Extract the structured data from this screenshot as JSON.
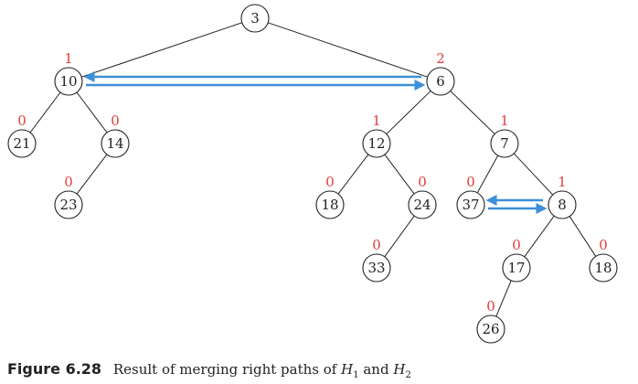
{
  "colors": {
    "npl": "#e03c3c",
    "arrow": "#3d8fd9",
    "line": "#222222"
  },
  "nodes": [
    {
      "id": "n3",
      "key": "3",
      "npl": ""
    },
    {
      "id": "n10",
      "key": "10",
      "npl": "1"
    },
    {
      "id": "n6",
      "key": "6",
      "npl": "2"
    },
    {
      "id": "n21",
      "key": "21",
      "npl": "0"
    },
    {
      "id": "n14",
      "key": "14",
      "npl": "0"
    },
    {
      "id": "n23",
      "key": "23",
      "npl": "0"
    },
    {
      "id": "n12",
      "key": "12",
      "npl": "1"
    },
    {
      "id": "n7",
      "key": "7",
      "npl": "1"
    },
    {
      "id": "n18a",
      "key": "18",
      "npl": "0"
    },
    {
      "id": "n24",
      "key": "24",
      "npl": "0"
    },
    {
      "id": "n37",
      "key": "37",
      "npl": "0"
    },
    {
      "id": "n8",
      "key": "8",
      "npl": "1"
    },
    {
      "id": "n33",
      "key": "33",
      "npl": "0"
    },
    {
      "id": "n17",
      "key": "17",
      "npl": "0"
    },
    {
      "id": "n18b",
      "key": "18",
      "npl": "0"
    },
    {
      "id": "n26",
      "key": "26",
      "npl": "0"
    }
  ],
  "edges": [
    [
      "n3",
      "n10"
    ],
    [
      "n3",
      "n6"
    ],
    [
      "n10",
      "n21"
    ],
    [
      "n10",
      "n14"
    ],
    [
      "n14",
      "n23"
    ],
    [
      "n6",
      "n12"
    ],
    [
      "n6",
      "n7"
    ],
    [
      "n12",
      "n18a"
    ],
    [
      "n12",
      "n24"
    ],
    [
      "n24",
      "n33"
    ],
    [
      "n7",
      "n37"
    ],
    [
      "n7",
      "n8"
    ],
    [
      "n8",
      "n17"
    ],
    [
      "n8",
      "n18b"
    ],
    [
      "n17",
      "n26"
    ]
  ],
  "swaps": [
    {
      "between": [
        "n10",
        "n6"
      ]
    },
    {
      "between": [
        "n37",
        "n8"
      ]
    }
  ],
  "caption": {
    "figure": "Figure 6.28",
    "text_before": "Result of merging right paths of",
    "h1": "H",
    "h1_sub": "1",
    "text_mid": "and",
    "h2": "H",
    "h2_sub": "2"
  }
}
